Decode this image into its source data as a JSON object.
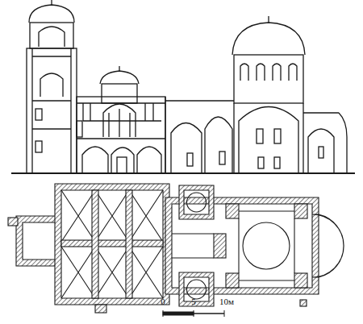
{
  "diagram": {
    "labels": [
      "0",
      "5",
      "10м"
    ]
  }
}
